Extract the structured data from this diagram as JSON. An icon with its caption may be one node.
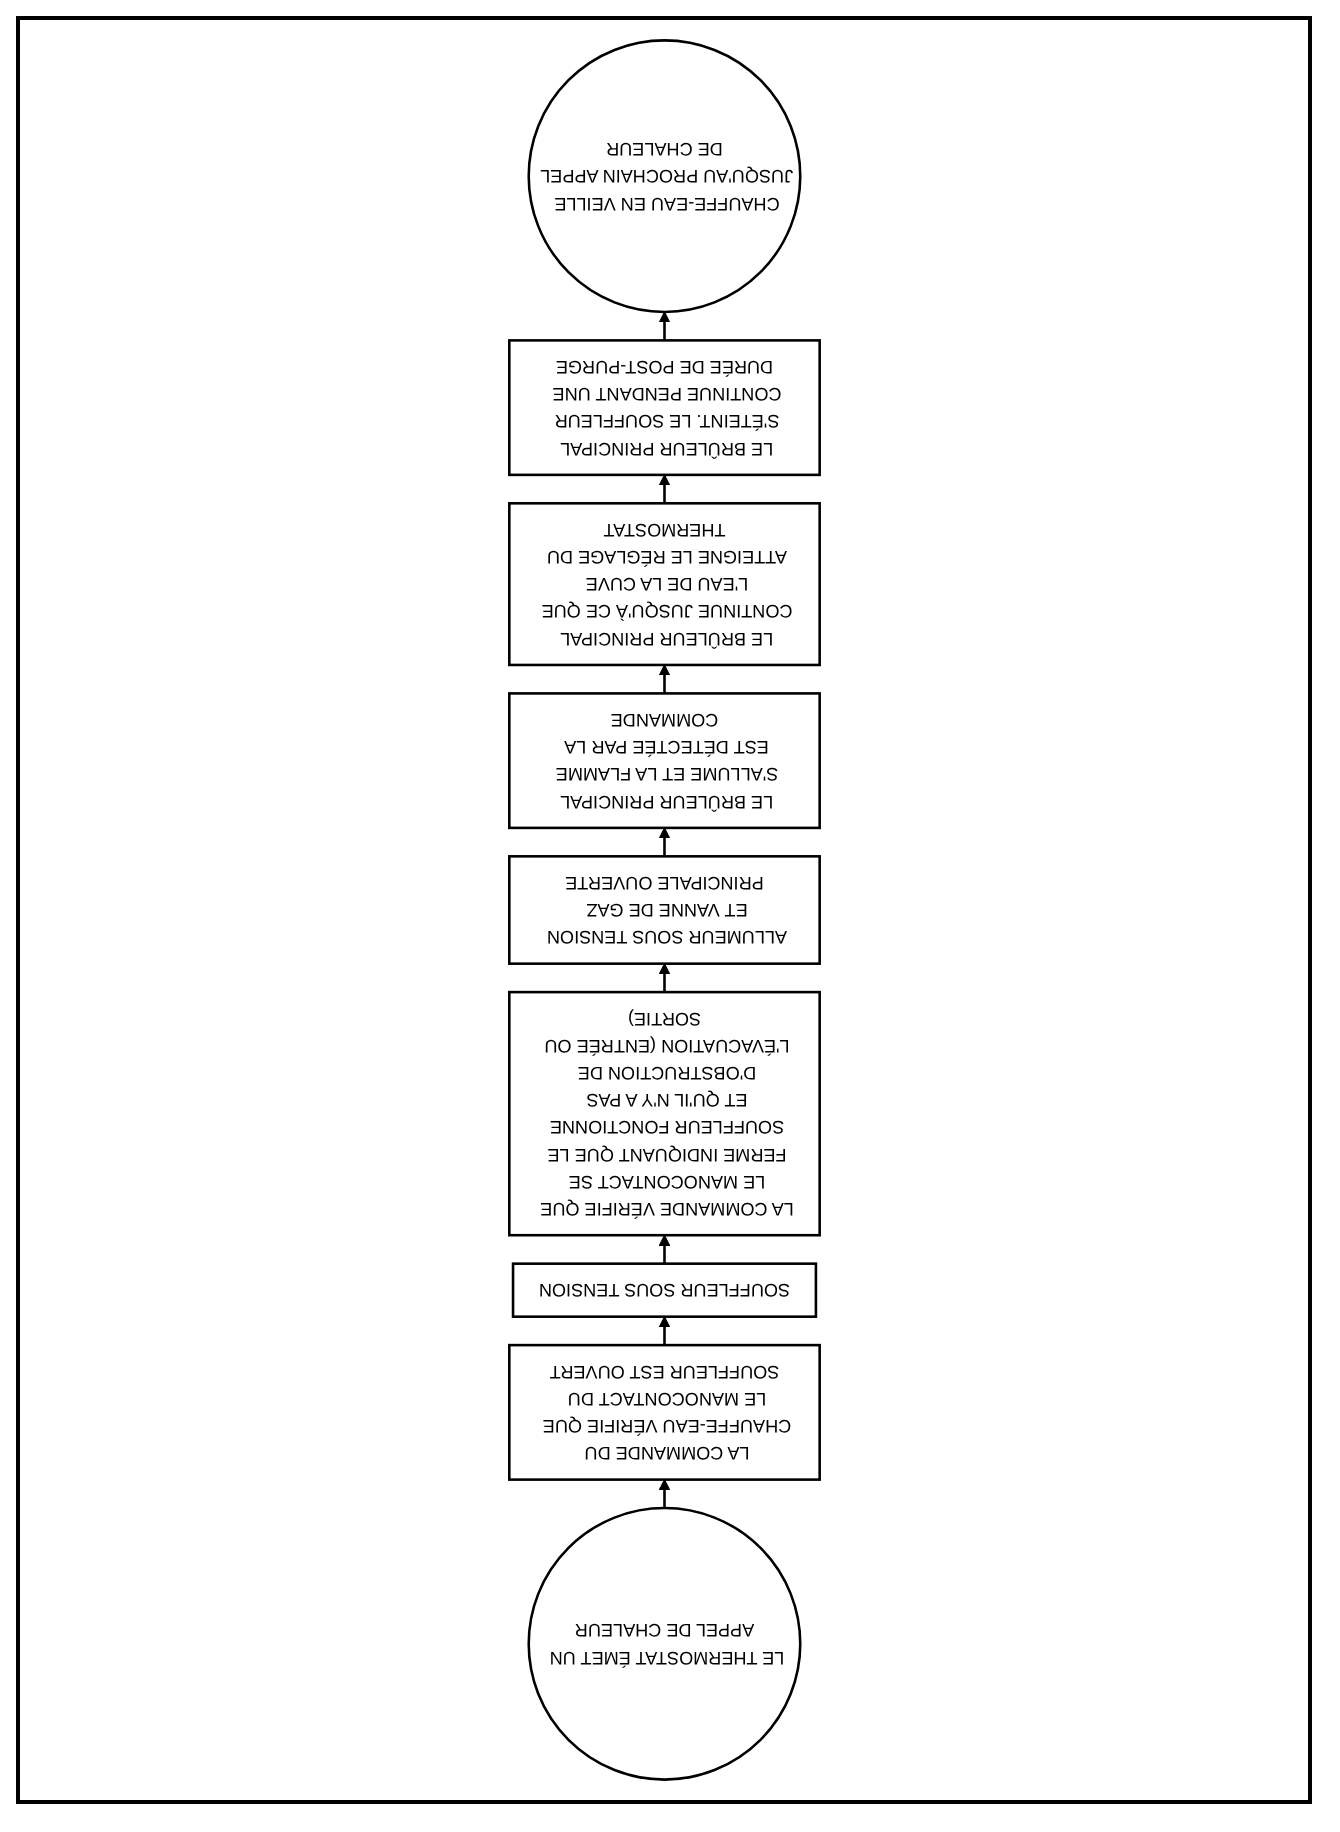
{
  "diagram": {
    "nodes": [
      {
        "text": [
          "LE THERMOSTAT ÉMET UN APPEL DE CHALEUR"
        ]
      },
      {
        "text": [
          "LA COMMANDE DU CHAUFFE-EAU VÉRIFIE QUE LE MANOCONTACT DU SOUFFLEUR EST OUVERT"
        ]
      },
      {
        "text": [
          "SOUFFLEUR SOUS TENSION"
        ]
      },
      {
        "text": [
          "LA COMMANDE VÉRIFIE QUE LE MANOCONTACT SE FERME INDIQUANT QUE LE SOUFFLEUR FONCTIONNE ET QU'IL N'Y A PAS D'OBSTRUCTION DE L'ÉVACUATION (ENTRÉE OU SORTIE)"
        ]
      },
      {
        "text": [
          "ALLUMEUR SOUS TENSION ET VANNE DE GAZ PRINCIPALE OUVERTE"
        ]
      },
      {
        "text": [
          "LE BRÛLEUR PRINCIPAL S'ALLUME ET LA FLAMME EST DÉTECTÉE PAR LA COMMANDE"
        ]
      },
      {
        "text": [
          "LE BRÛLEUR PRINCIPAL CONTINUE JUSQU'À CE QUE L'EAU DE LA CUVE ATTEIGNE LE RÉGLAGE DU THERMOSTAT"
        ]
      },
      {
        "text": [
          "LE BRÛLEUR PRINCIPAL S'ÉTEINT. LE SOUFFLEUR CONTINUE PENDANT UNE DURÉE DE POST-PURGE"
        ]
      },
      {
        "text": [
          "CHAUFFE-EAU EN VEILLE JUSQU'AU PROCHAIN APPEL DE CHALEUR"
        ]
      }
    ],
    "edges": [
      {
        "from": 0,
        "to": 1,
        "arrow": "to"
      },
      {
        "from": 1,
        "to": 2,
        "arrow": "to"
      },
      {
        "from": 2,
        "to": 3,
        "arrow": "to"
      },
      {
        "from": 3,
        "to": 4,
        "arrow": "to"
      },
      {
        "from": 4,
        "to": 5,
        "arrow": "to"
      },
      {
        "from": 5,
        "to": 6,
        "arrow": "to"
      },
      {
        "from": 6,
        "to": 7,
        "arrow": "to"
      },
      {
        "from": 7,
        "to": 8,
        "arrow": "to"
      }
    ]
  }
}
